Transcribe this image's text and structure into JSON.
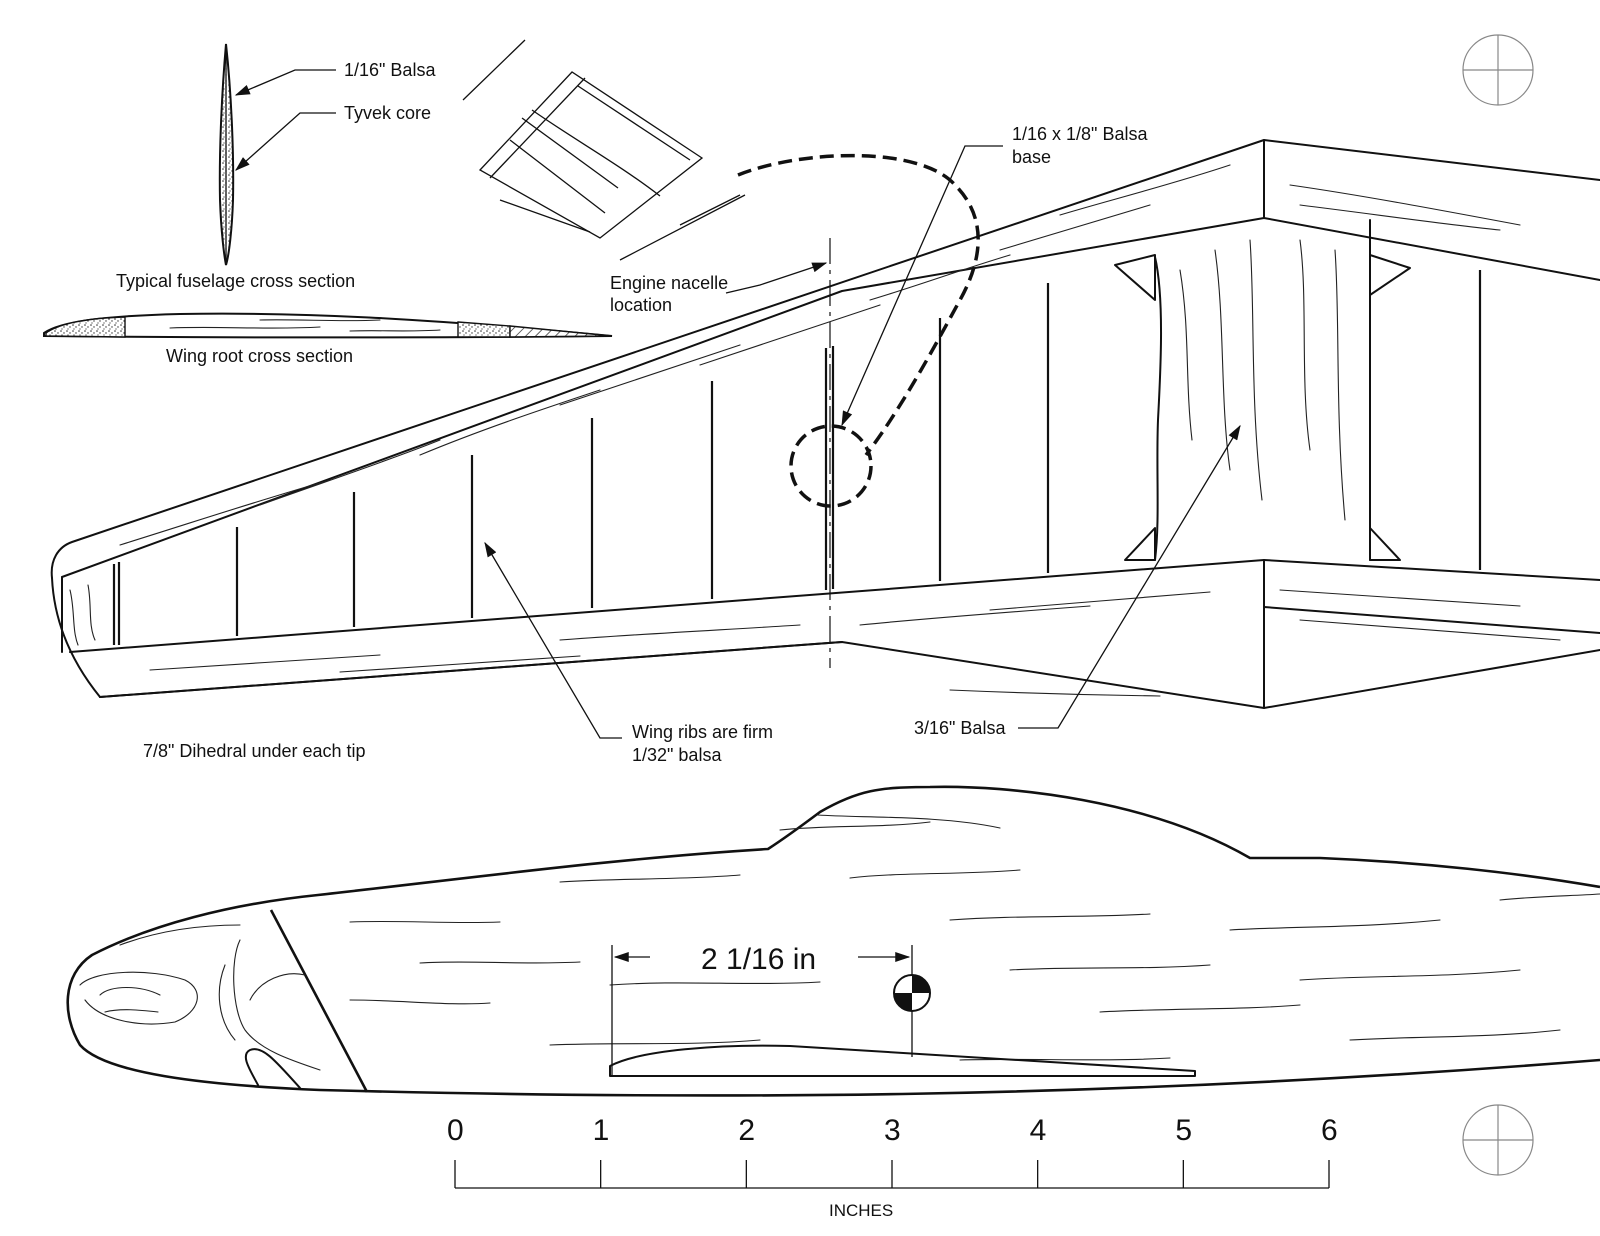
{
  "labels": {
    "balsa_skin": "1/16\" Balsa",
    "tyvek_core": "Tyvek core",
    "fuselage_section": "Typical fuselage cross section",
    "wing_root_section": "Wing root cross section",
    "engine_nacelle": "Engine nacelle\nlocation",
    "engine_nacelle_line1": "Engine nacelle",
    "engine_nacelle_line2": "location",
    "balsa_base_line1": "1/16 x 1/8\" Balsa",
    "balsa_base_line2": "base",
    "dihedral": "7/8\" Dihedral under each tip",
    "wing_ribs_line1": "Wing ribs are firm",
    "wing_ribs_line2": "1/32\" balsa",
    "center_balsa": "3/16\" Balsa",
    "cg_dimension": "2 1/16 in"
  },
  "scale": {
    "ticks": [
      "0",
      "1",
      "2",
      "3",
      "4",
      "5",
      "6"
    ],
    "unit": "INCHES"
  },
  "icons": [
    "registration-mark-icon",
    "center-of-gravity-icon"
  ]
}
